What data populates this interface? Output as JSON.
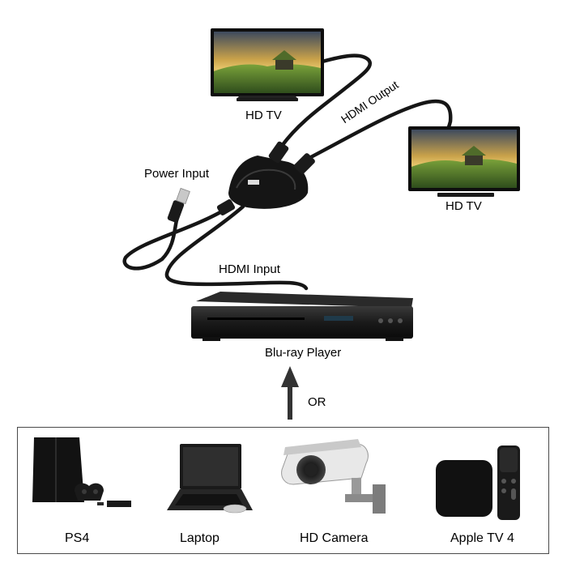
{
  "labels": {
    "tv_top": "HD TV",
    "tv_right": "HD TV",
    "hdmi_output": "HDMI Output",
    "power_input": "Power Input",
    "hdmi_input": "HDMI Input",
    "bluray_player": "Blu-ray Player",
    "or": "OR"
  },
  "sources": [
    {
      "label": "PS4",
      "icon": "ps4-console-icon"
    },
    {
      "label": "Laptop",
      "icon": "laptop-icon"
    },
    {
      "label": "HD Camera",
      "icon": "cctv-camera-icon"
    },
    {
      "label": "Apple TV 4",
      "icon": "apple-tv-icon"
    }
  ],
  "colors": {
    "device_black": "#151515",
    "cable": "#1a1a1a",
    "grass": "#5f8a2e",
    "sky": "#c9a24a"
  }
}
